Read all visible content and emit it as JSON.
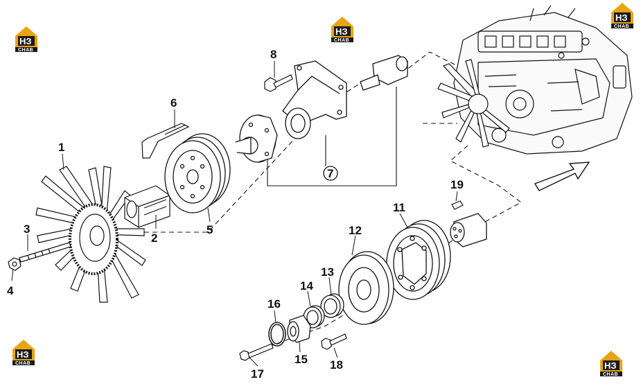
{
  "logo": {
    "mark": "НЗ",
    "text": "CHAB"
  },
  "callouts": {
    "c1": "1",
    "c2": "2",
    "c3": "3",
    "c4": "4",
    "c5": "5",
    "c6": "6",
    "c7": "7",
    "c8": "8",
    "c11": "11",
    "c12": "12",
    "c13": "13",
    "c14": "14",
    "c15": "15",
    "c16": "16",
    "c17": "17",
    "c18": "18",
    "c19": "19"
  }
}
